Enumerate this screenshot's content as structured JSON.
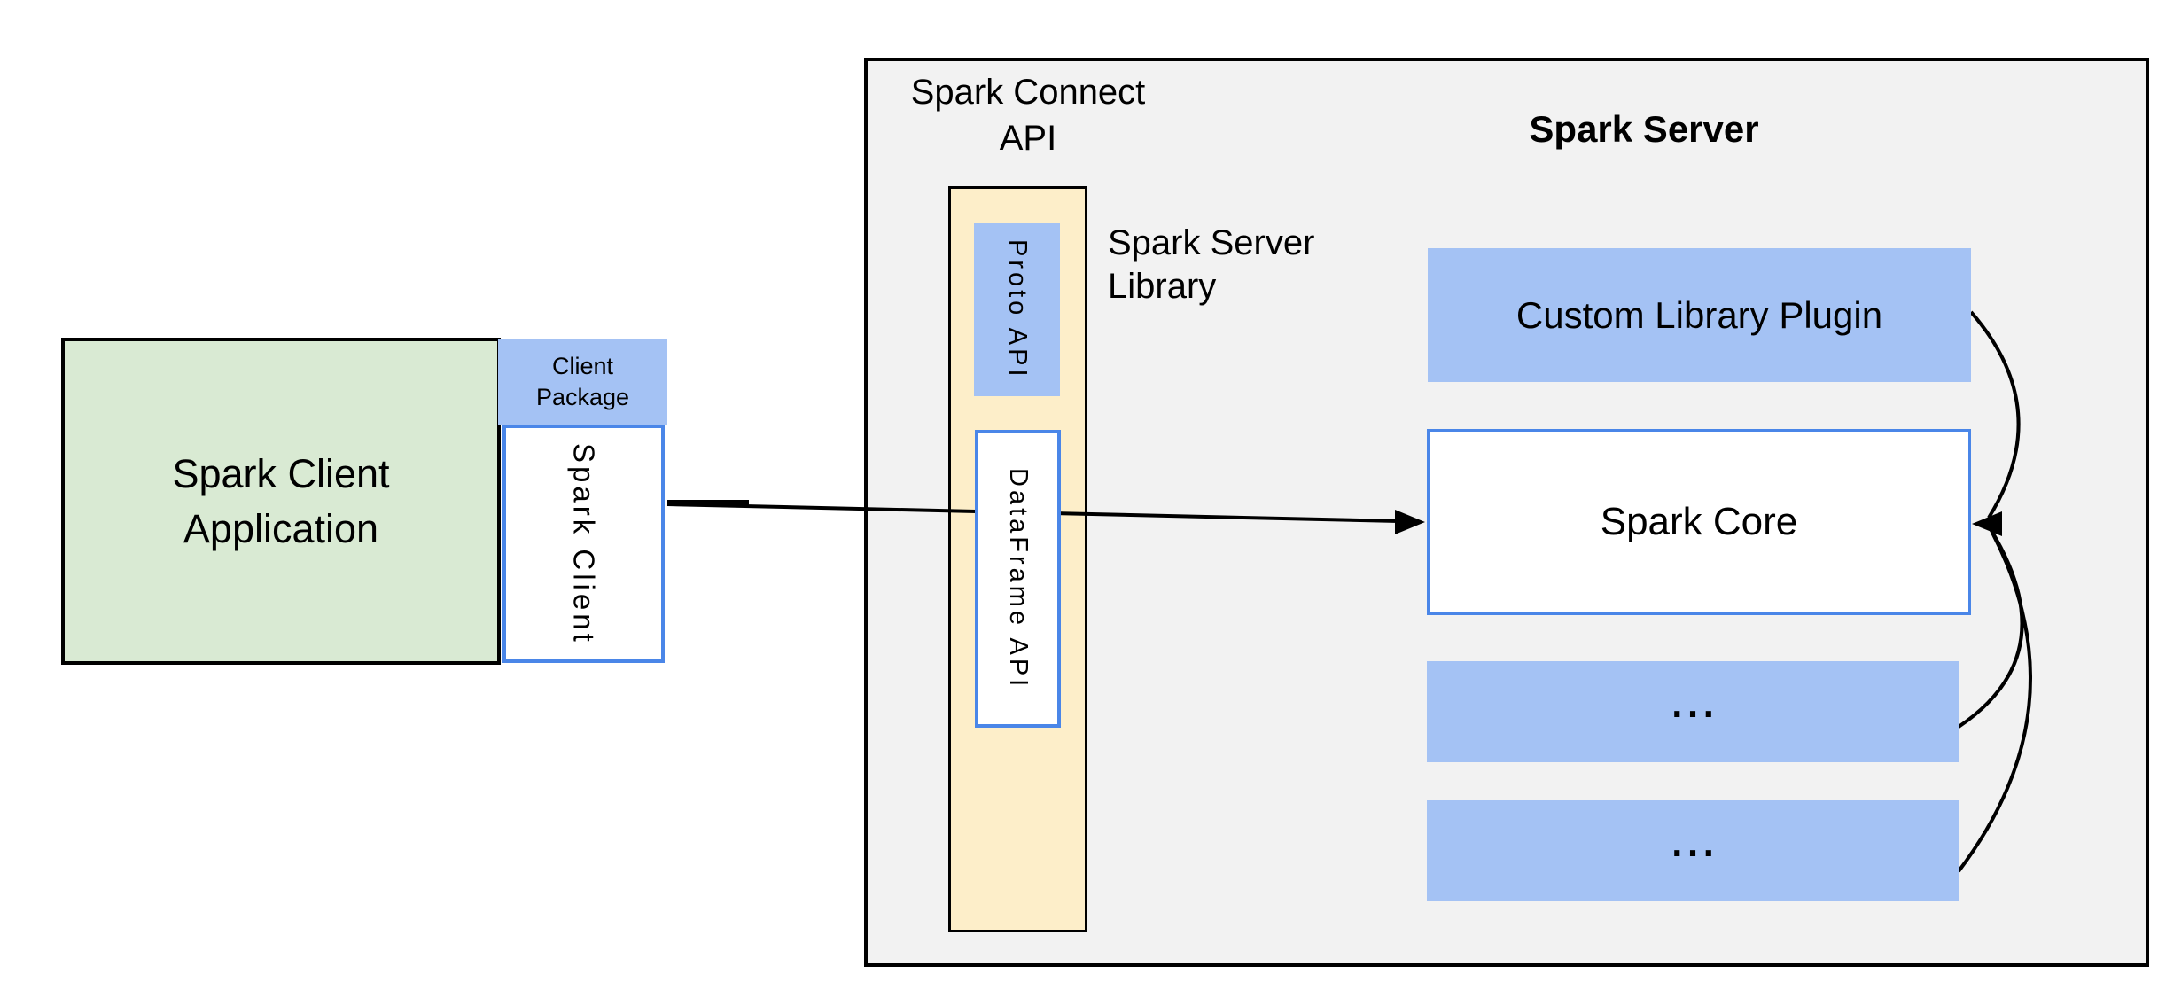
{
  "diagram": {
    "client_app": {
      "label": "Spark Client\nApplication"
    },
    "client_package": {
      "label": "Client\nPackage"
    },
    "spark_client": {
      "label": "Spark Client"
    },
    "server_panel": {
      "connect_api_label": "Spark Connect\nAPI",
      "title": "Spark Server",
      "server_library_label": "Spark Server\nLibrary",
      "proto_api": {
        "label": "Proto API"
      },
      "dataframe_api": {
        "label": "DataFrame API"
      },
      "custom_library_plugin": {
        "label": "Custom Library Plugin"
      },
      "spark_core": {
        "label": "Spark Core"
      },
      "plugin_slot_1": {
        "label": "..."
      },
      "plugin_slot_2": {
        "label": "..."
      }
    },
    "colors": {
      "panel_bg": "#f2f2f2",
      "green_fill": "#d9ead3",
      "blue_fill": "#a4c2f4",
      "blue_border": "#4a86e8",
      "yellow_fill": "#fdeec9",
      "line": "#000000"
    }
  }
}
